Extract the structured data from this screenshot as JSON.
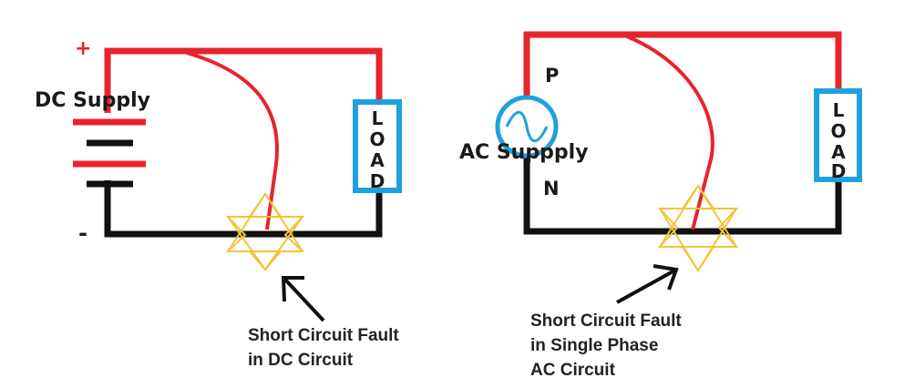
{
  "colors": {
    "wire_positive": "#e8232c",
    "wire_negative": "#111111",
    "load_box": "#1ea1de",
    "ac_source": "#1ea1de",
    "fault_star": "#f2c43a",
    "text": "#1a1a1a"
  },
  "dc_circuit": {
    "plus_sign": "+",
    "minus_sign": "-",
    "supply_label": "DC Supply",
    "load_letters": [
      "L",
      "O",
      "A",
      "D"
    ],
    "fault_note_line1": "Short Circuit Fault",
    "fault_note_line2": "in DC Circuit",
    "icons": [
      "battery-icon",
      "fault-star-icon",
      "arrow-icon"
    ]
  },
  "ac_circuit": {
    "phase_label": "P",
    "neutral_label": "N",
    "supply_label": "AC Suppply",
    "load_letters": [
      "L",
      "O",
      "A",
      "D"
    ],
    "fault_note_line1": "Short Circuit Fault",
    "fault_note_line2": "in Single Phase",
    "fault_note_line3": "AC Circuit",
    "icons": [
      "ac-source-icon",
      "fault-star-icon",
      "arrow-icon"
    ]
  }
}
